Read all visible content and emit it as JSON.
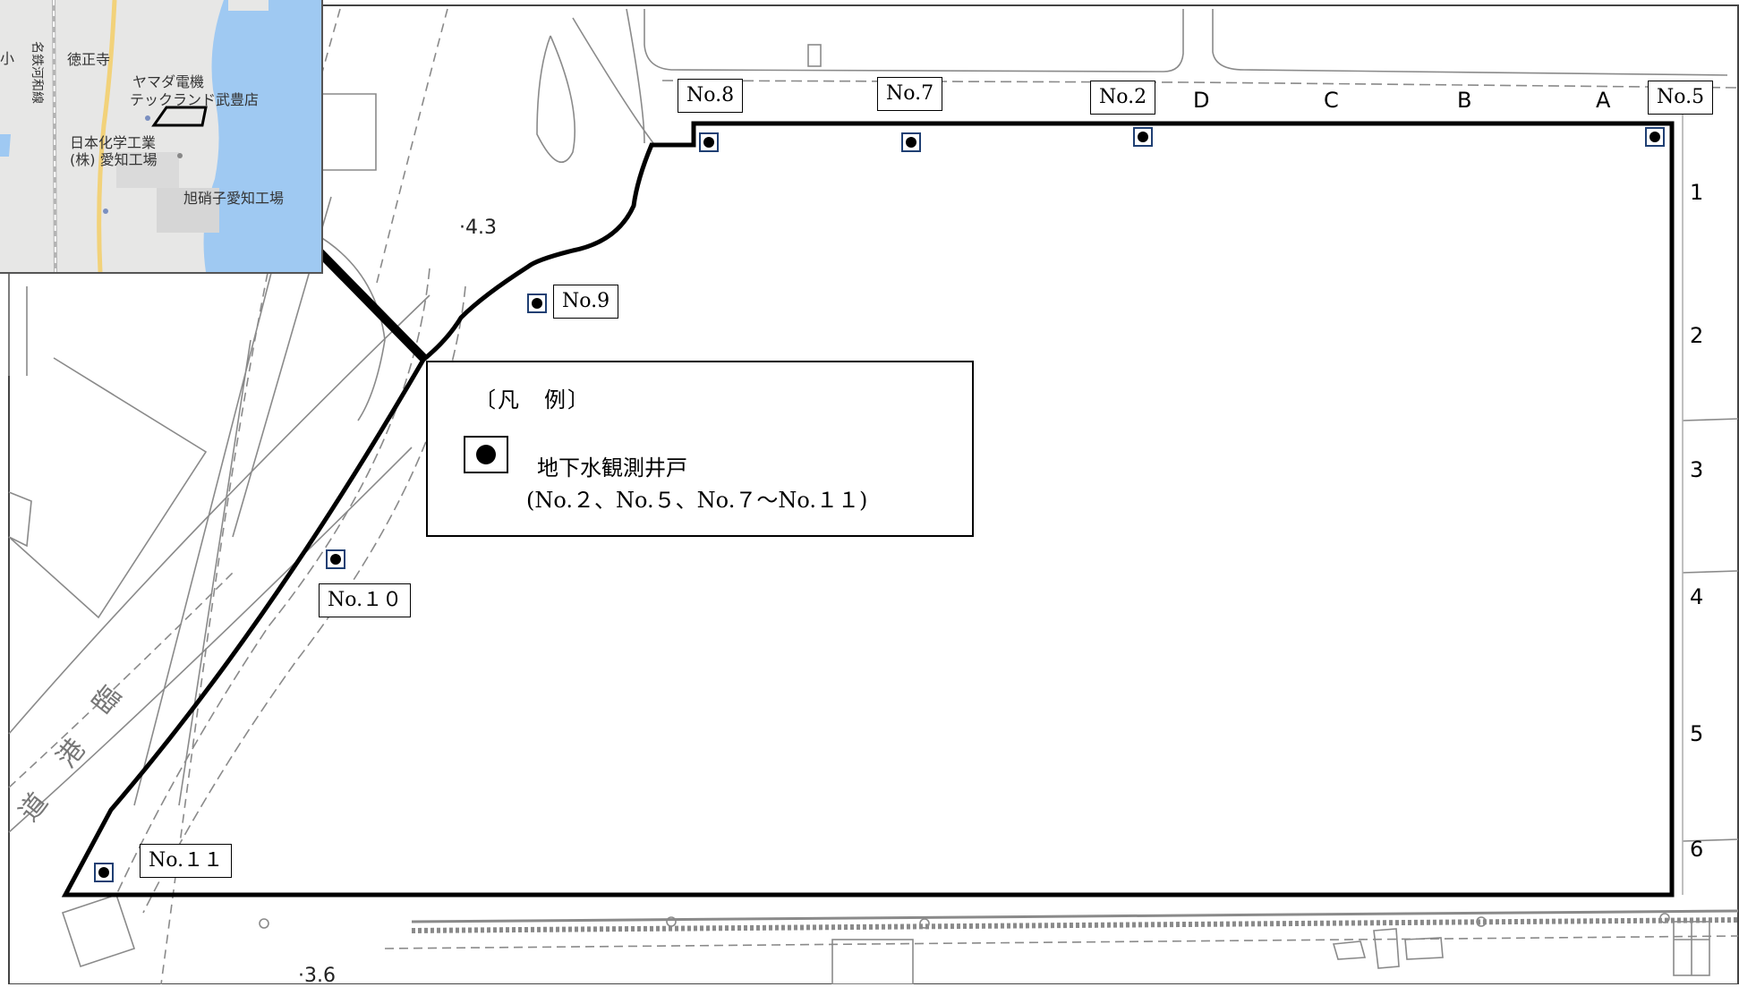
{
  "legend": {
    "title": "〔凡　例〕",
    "symbol_icon": "black-dot-in-square",
    "symbol_name": "地下水観測井戸",
    "symbol_wells": "(No.２、No.５、No.７～No.１１)"
  },
  "wells": [
    {
      "id": "No.8",
      "label": "No.8"
    },
    {
      "id": "No.7",
      "label": "No.7"
    },
    {
      "id": "No.2",
      "label": "No.2"
    },
    {
      "id": "No.5",
      "label": "No.5"
    },
    {
      "id": "No.9",
      "label": "No.9"
    },
    {
      "id": "No.10",
      "label": "No.１０"
    },
    {
      "id": "No.11",
      "label": "No.１１"
    }
  ],
  "grid_columns": [
    "D",
    "C",
    "B",
    "A"
  ],
  "grid_rows": [
    "1",
    "2",
    "3",
    "4",
    "5",
    "6"
  ],
  "spot_heights": [
    "4.3",
    "3.6"
  ],
  "road_text": [
    "臨",
    "港",
    "道"
  ],
  "inset_map": {
    "labels": [
      "徳正寺",
      "ヤマダ電機",
      "テックランド武豊店",
      "日本化学工業",
      "(株) 愛知工場",
      "旭硝子愛知工場",
      "名鉄河和線",
      "小"
    ],
    "colors": {
      "sea": "#9fc9f2",
      "land": "#e7e7e6",
      "rail": "#b4b4b4"
    }
  },
  "colors": {
    "site_outline": "#000000",
    "well_border": "#1f3f73",
    "base_map_lines": "#8a8a8a"
  }
}
